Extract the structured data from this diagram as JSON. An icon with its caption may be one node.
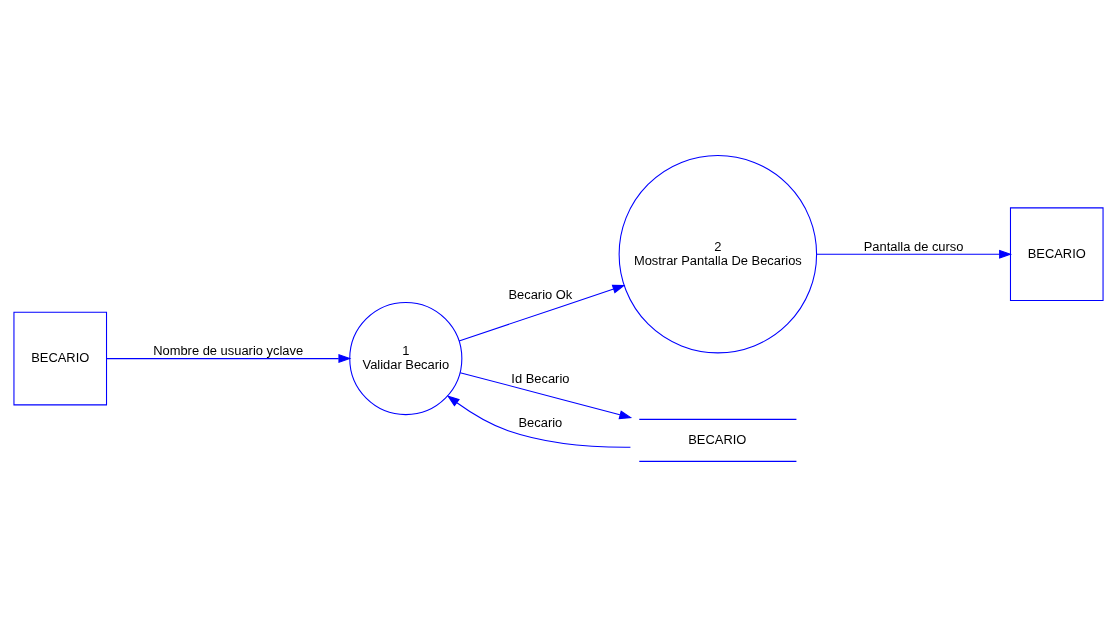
{
  "diagram": {
    "nodes": [
      {
        "text": [
          "BECARIO"
        ]
      },
      {
        "text": [
          "1",
          "Validar Becario"
        ]
      },
      {
        "text": [
          "2",
          "Mostrar Pantalla De Becarios"
        ]
      },
      {
        "text": [
          "BECARIO"
        ]
      },
      {
        "text": [
          "BECARIO"
        ]
      }
    ],
    "edges": [
      {
        "from": 0,
        "to": 1,
        "arrow": "to",
        "label": "Nombre de usuario yclave"
      },
      {
        "from": 1,
        "to": 2,
        "arrow": "to",
        "label": "Becario Ok"
      },
      {
        "from": 1,
        "to": 3,
        "arrow": "to",
        "label": "Id Becario"
      },
      {
        "from": 3,
        "to": 1,
        "arrow": "to",
        "label": "Becario"
      },
      {
        "from": 2,
        "to": 4,
        "arrow": "to",
        "label": "Pantalla de curso"
      }
    ]
  }
}
